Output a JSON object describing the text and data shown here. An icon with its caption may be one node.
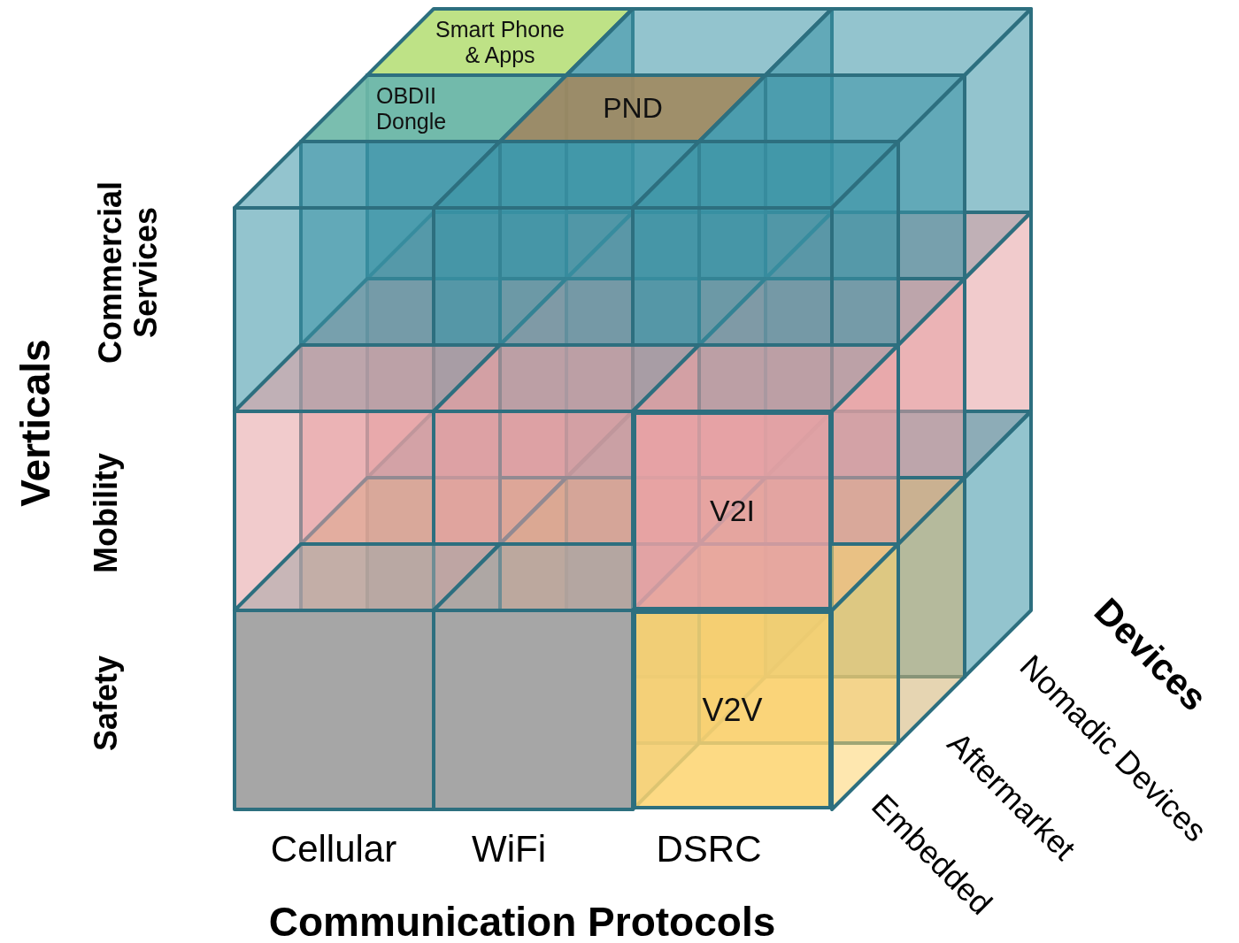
{
  "diagram": {
    "nodes": [
      {
        "text": [
          "Smart Phone & Apps"
        ]
      },
      {
        "text": [
          "OBDII Dongle"
        ]
      },
      {
        "text": [
          "PND"
        ]
      },
      {
        "text": [
          "V2I"
        ]
      },
      {
        "text": [
          "V2V"
        ]
      }
    ],
    "labels": [
      "Verticals",
      "Commercial Services",
      "Mobility",
      "Safety",
      "Devices",
      "Nomadic Devices",
      "Aftermarket",
      "Embedded",
      "Cellular",
      "WiFi",
      "DSRC",
      "Communication Protocols"
    ]
  }
}
